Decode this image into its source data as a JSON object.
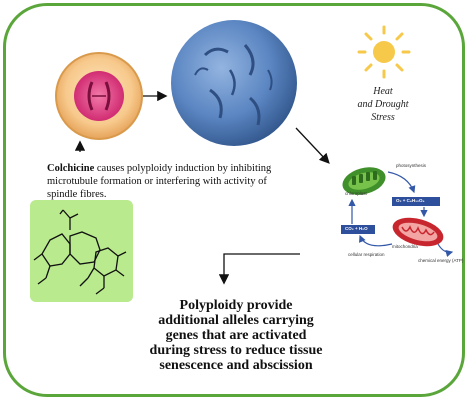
{
  "colchicine": {
    "name": "Colchicine",
    "description": " causes polyploidy induction by inhibiting microtubule formation or interfering with activity of spindle fibres."
  },
  "stress": {
    "line1": "Heat",
    "line2": "and Drought",
    "line3": "Stress"
  },
  "conclusion": {
    "line1": "Polyploidy provide",
    "line2": "additional alleles carrying",
    "line3": "genes that are activated",
    "line4": "during stress to reduce tissue",
    "line5": "senescence and abscission"
  },
  "energy_cycle": {
    "photosynthesis": "photosynthesis",
    "chloroplast": "chloroplast",
    "glucose_formula": "O₂ + C₆H₁₂O₆",
    "co2_formula": "CO₂ + H₂O",
    "cellular_respiration": "cellular respiration",
    "mitochondria": "mitochondria",
    "chemical_energy": "chemical energy (ATP)"
  },
  "colors": {
    "frame": "#5aa63a",
    "green_box": "#b9ea8d",
    "cell_pink": "#e83f86",
    "nucleus_blue": "#4f7fbd",
    "sun": "#f6c94a"
  }
}
